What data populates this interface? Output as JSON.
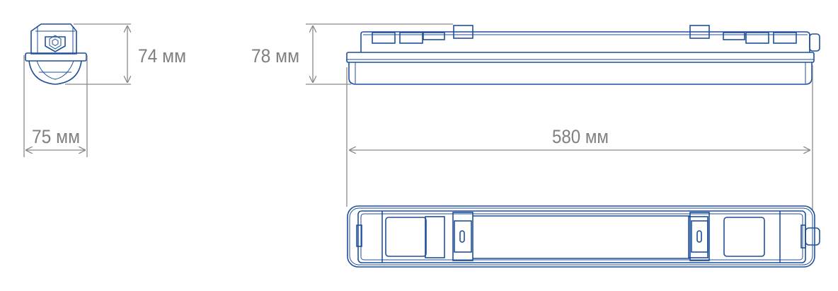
{
  "dimensions": {
    "end_height": "74 мм",
    "end_width": "75 мм",
    "side_height": "78 мм",
    "length": "580 мм"
  },
  "colors": {
    "outline": "#1f4f9c",
    "dimension": "#8a8a8a"
  }
}
